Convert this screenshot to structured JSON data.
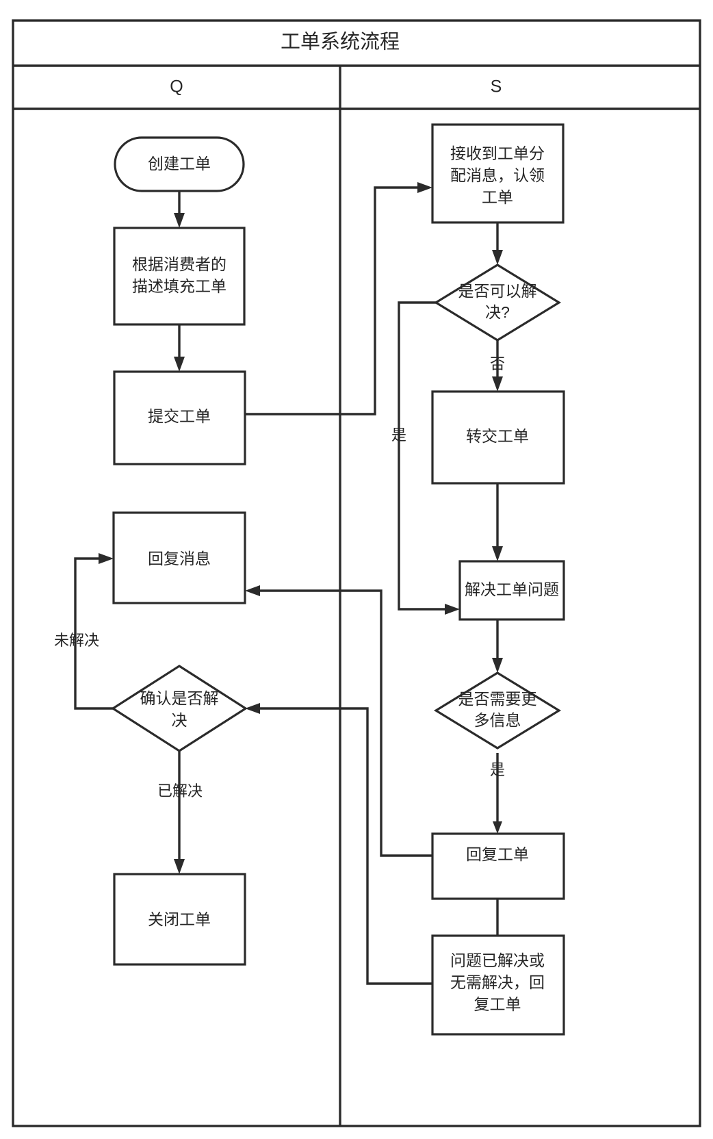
{
  "diagram": {
    "title": "工单系统流程",
    "lanes": [
      {
        "id": "Q",
        "label": "Q"
      },
      {
        "id": "S",
        "label": "S"
      }
    ],
    "nodes": [
      {
        "id": "create",
        "lane": "Q",
        "shape": "rounded",
        "lines": [
          "创建工单"
        ]
      },
      {
        "id": "fill",
        "lane": "Q",
        "shape": "rect",
        "lines": [
          "根据消费者的",
          "描述填充工单"
        ]
      },
      {
        "id": "submit",
        "lane": "Q",
        "shape": "rect",
        "lines": [
          "提交工单"
        ]
      },
      {
        "id": "replymsg",
        "lane": "Q",
        "shape": "rect",
        "lines": [
          "回复消息"
        ]
      },
      {
        "id": "confirm",
        "lane": "Q",
        "shape": "diamond",
        "lines": [
          "确认是否解",
          "决"
        ]
      },
      {
        "id": "close",
        "lane": "Q",
        "shape": "rect",
        "lines": [
          "关闭工单"
        ]
      },
      {
        "id": "receive",
        "lane": "S",
        "shape": "rect",
        "lines": [
          "接收到工单分",
          "配消息，认领",
          "工单"
        ]
      },
      {
        "id": "cansolve",
        "lane": "S",
        "shape": "diamond",
        "lines": [
          "是否可以解",
          "决?"
        ]
      },
      {
        "id": "transfer",
        "lane": "S",
        "shape": "rect",
        "lines": [
          "转交工单"
        ]
      },
      {
        "id": "solve",
        "lane": "S",
        "shape": "rect",
        "lines": [
          "解决工单问题"
        ]
      },
      {
        "id": "needinfo",
        "lane": "S",
        "shape": "diamond",
        "lines": [
          "是否需要更",
          "多信息"
        ]
      },
      {
        "id": "replyticket",
        "lane": "S",
        "shape": "rect",
        "lines": [
          "回复工单"
        ]
      },
      {
        "id": "resolved",
        "lane": "S",
        "shape": "rect",
        "lines": [
          "问题已解决或",
          "无需解决，回",
          "复工单"
        ]
      }
    ],
    "edge_labels": [
      {
        "id": "cansolve-no",
        "text": "否"
      },
      {
        "id": "cansolve-yes",
        "text": "是"
      },
      {
        "id": "needinfo-yes",
        "text": "是"
      },
      {
        "id": "confirm-no",
        "text": "未解决"
      },
      {
        "id": "confirm-yes",
        "text": "已解决"
      }
    ],
    "colors": {
      "stroke": "#2b2b2b",
      "fill": "#ffffff",
      "text": "#262626"
    }
  }
}
